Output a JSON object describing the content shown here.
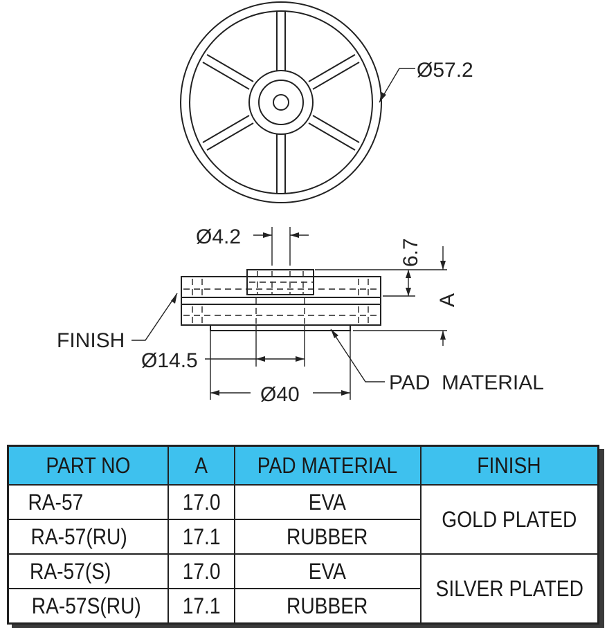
{
  "drawing": {
    "dim_outer_dia": "Ø57.2",
    "dim_hole_dia": "Ø4.2",
    "dim_height_top": "6.7",
    "dim_height_a": "A",
    "dim_hub_dia": "Ø14.5",
    "dim_base_dia": "Ø40",
    "label_finish": "FINISH",
    "label_pad_material": "PAD  MATERIAL"
  },
  "table": {
    "headers": [
      "PART NO",
      "A",
      "PAD MATERIAL",
      "FINISH"
    ],
    "rows": [
      {
        "part_no": "RA-57",
        "a": "17.0",
        "pad_material": "EVA"
      },
      {
        "part_no": "RA-57(RU)",
        "a": "17.1",
        "pad_material": "RUBBER"
      },
      {
        "part_no": "RA-57(S)",
        "a": "17.0",
        "pad_material": "EVA"
      },
      {
        "part_no": "RA-57S(RU)",
        "a": "17.1",
        "pad_material": "RUBBER"
      }
    ],
    "finish_groups": [
      "GOLD PLATED",
      "SILVER PLATED"
    ],
    "header_color": "#3ec1ee"
  }
}
